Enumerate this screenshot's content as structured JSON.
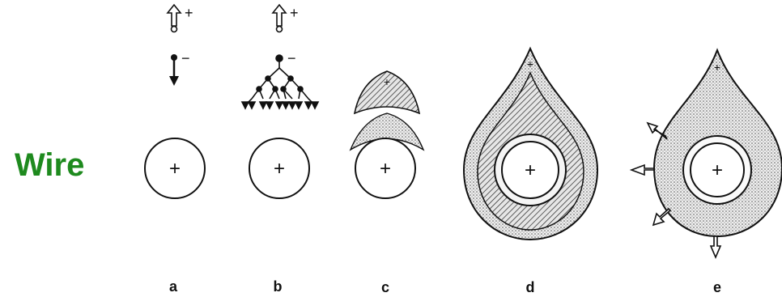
{
  "label": "Wire",
  "panels": [
    {
      "id": "a",
      "label": "a"
    },
    {
      "id": "b",
      "label": "b"
    },
    {
      "id": "c",
      "label": "c"
    },
    {
      "id": "d",
      "label": "d"
    },
    {
      "id": "e",
      "label": "e"
    }
  ],
  "symbols": {
    "plus": "+",
    "minus": "−"
  },
  "colors": {
    "label": "#1e8a1e",
    "ink": "#111111"
  }
}
